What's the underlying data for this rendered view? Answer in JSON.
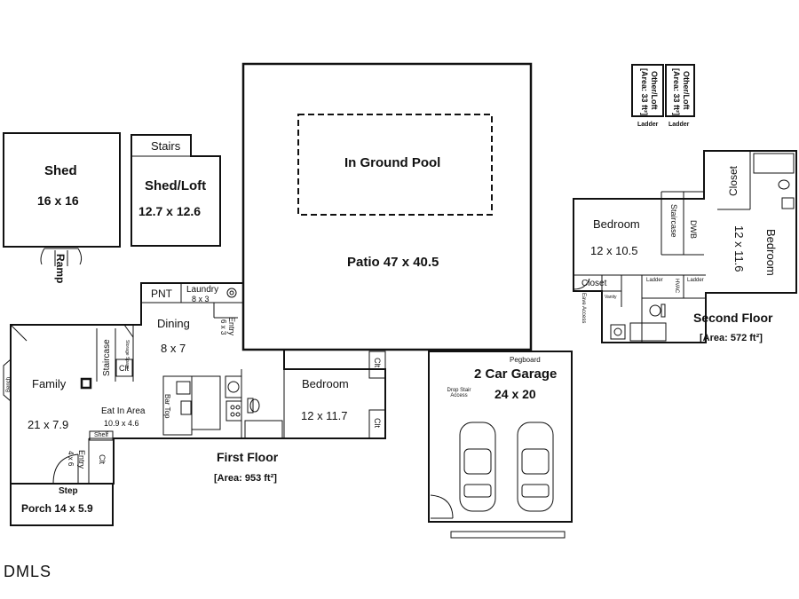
{
  "shed": {
    "name": "Shed",
    "dims": "16 x 16",
    "ramp": "Ramp"
  },
  "shed_loft": {
    "stairs": "Stairs",
    "name": "Shed/Loft",
    "dims": "12.7 x 12.6"
  },
  "pool": {
    "name": "In Ground Pool"
  },
  "patio": {
    "name": "Patio 47 x 40.5"
  },
  "other_loft": {
    "line1": "Other/Loft",
    "line2": "[Area: 33 ft²]",
    "ladder": "Ladder"
  },
  "first_floor": {
    "title": "First Floor",
    "area": "[Area: 953 ft²]",
    "pnt": "PNT",
    "laundry": "Laundry",
    "laundry_dims": "8 x 3",
    "dining": "Dining",
    "dining_dims": "8 x 7",
    "entry_side": "Entry",
    "entry_side_dims": "6 x 3",
    "staircase": "Staircase",
    "storage": "Storage Space",
    "clt": "Clt",
    "family": "Family",
    "family_dims": "21 x 7.9",
    "bench": "Bench",
    "eat_in": "Eat In Area",
    "eat_in_dims": "10.9 x 4.6",
    "bar_top": "Bar Top",
    "bedroom": "Bedroom",
    "bedroom_dims": "12 x 11.7",
    "shelf": "Shelf",
    "entry": "Entry",
    "entry_dims": "4 x 6",
    "step": "Step",
    "porch": "Porch 14 x 5.9"
  },
  "garage": {
    "pegboard": "Pegboard",
    "name": "2 Car Garage",
    "dims": "24 x 20",
    "drop_stair": "Drop Stair Access"
  },
  "second_floor": {
    "title": "Second Floor",
    "area": "[Area: 572 ft²]",
    "bedroom_a": "Bedroom",
    "bedroom_a_dims": "12 x 10.5",
    "staircase": "Staircase",
    "dwb": "DWB",
    "closet_top": "Closet",
    "bedroom_b": "Bedroom",
    "bedroom_b_dims": "12 x 11.6",
    "closet": "Closet",
    "eave": "Eave Access",
    "vanity": "Vanity",
    "ladder": "Ladder",
    "hvac": "HVAC"
  },
  "watermark": "DMLS"
}
